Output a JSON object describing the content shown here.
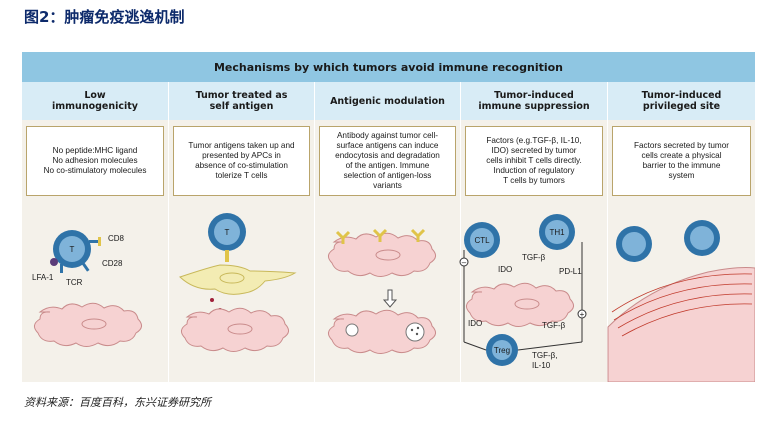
{
  "figure_title": "图2：肿瘤免疫逃逸机制",
  "banner": "Mechanisms by which tumors avoid immune recognition",
  "columns": [
    {
      "header": "Low\nimmunogenicity",
      "box": "No peptide:MHC ligand\nNo adhesion molecules\nNo co-stimulatory molecules"
    },
    {
      "header": "Tumor treated as\nself antigen",
      "box": "Tumor antigens taken up and\npresented by APCs in\nabsence of co-stimulation\ntolerize T cells"
    },
    {
      "header": "Antigenic modulation",
      "box": "Antibody against tumor cell-\nsurface antigens can induce\nendocytosis and degradation\nof the antigen. Immune\nselection of antigen-loss\nvariants"
    },
    {
      "header": "Tumor-induced\nimmune suppression",
      "box": "Factors (e.g.TGF-β, IL-10,\nIDO) secreted by tumor\ncells inhibit T cells directly.\nInduction of regulatory\nT cells by tumors"
    },
    {
      "header": "Tumor-induced\nprivileged site",
      "box": "Factors secreted by tumor\ncells create a physical\nbarrier to the immune\nsystem"
    }
  ],
  "labels": {
    "t": "T",
    "cd8": "CD8",
    "cd28": "CD28",
    "lfa1": "LFA-1",
    "tcr": "TCR",
    "t2": "T",
    "ctl": "CTL",
    "th1": "TH1",
    "tgfb": "TGF-β",
    "ido": "IDO",
    "pdl1": "PD-L1",
    "ido2": "IDO",
    "tgfb2": "TGF-β",
    "treg": "Treg",
    "tgfb3": "TGF-β,",
    "il10": "IL-10",
    "minus": "–",
    "plus": "+"
  },
  "colors": {
    "tcell": "#2f73a8",
    "tcell_inner": "#7fb3d9",
    "tumor": "#f6d2d2",
    "tumor_edge": "#c98b8b",
    "apc": "#f3ecb3",
    "apc_edge": "#c8b85a",
    "antibody": "#e0c44a",
    "barrier": "#c0392b"
  },
  "caption": "资料来源：百度百科，东兴证券研究所"
}
